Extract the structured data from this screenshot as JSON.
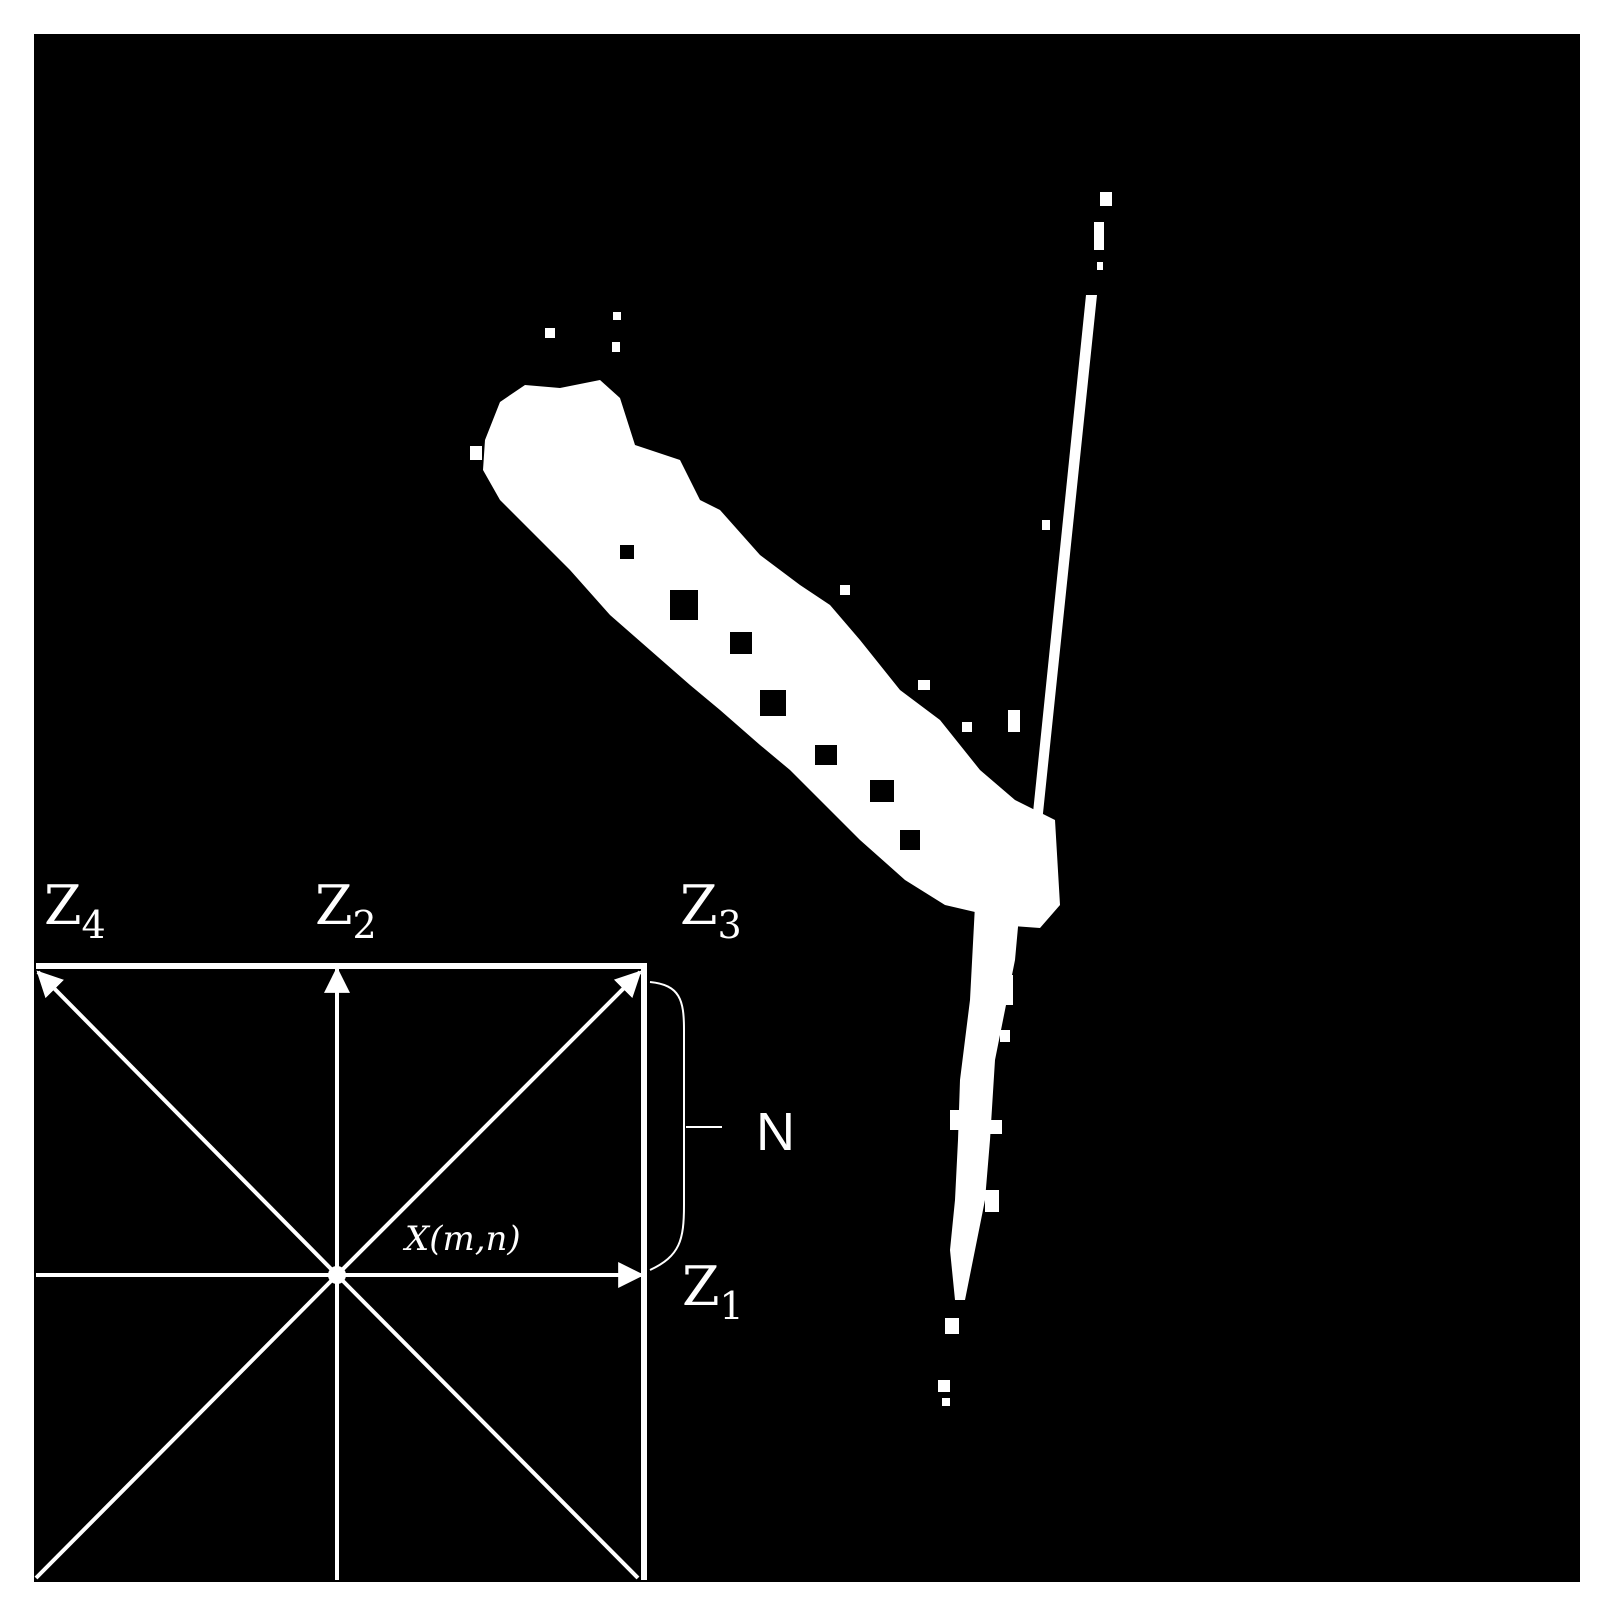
{
  "colors": {
    "background": "#000000",
    "foreground": "#ffffff",
    "page": "#ffffff"
  },
  "labels": {
    "z4": {
      "base": "Z",
      "sub": "4"
    },
    "z2": {
      "base": "Z",
      "sub": "2"
    },
    "z3": {
      "base": "Z",
      "sub": "3"
    },
    "z1": {
      "base": "Z",
      "sub": "1"
    },
    "n": "N",
    "pixel": "X(m,n)"
  }
}
